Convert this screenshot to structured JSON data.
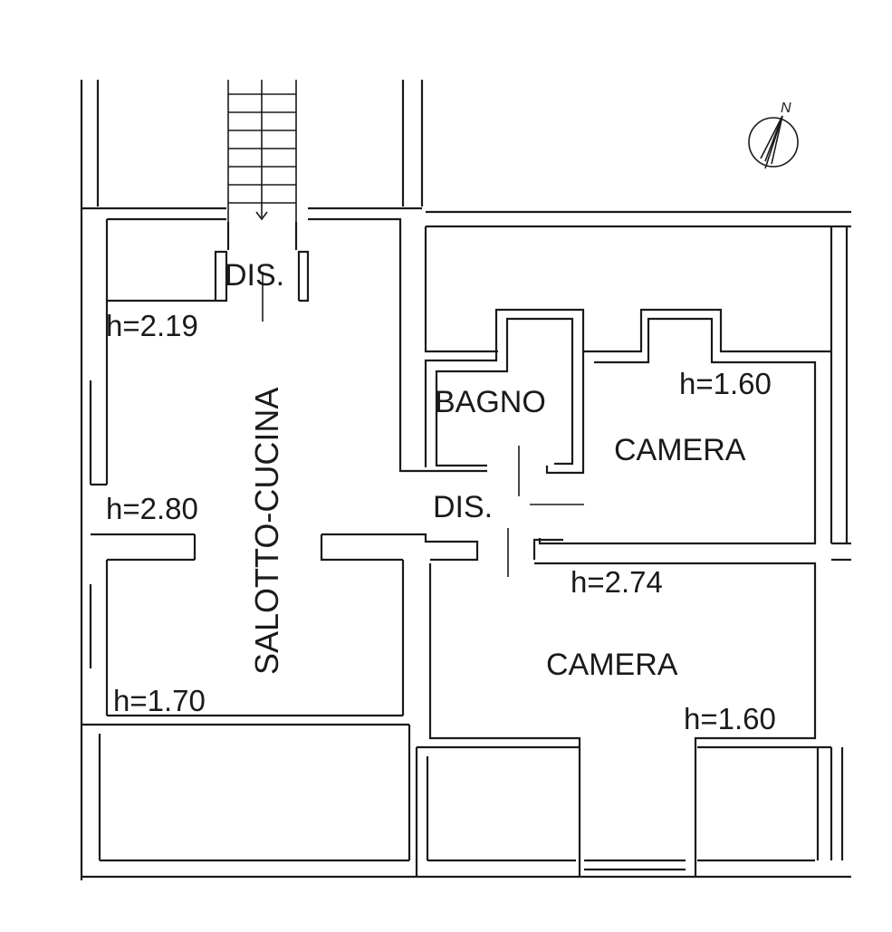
{
  "compass": {
    "label": "N"
  },
  "rooms": {
    "dis_top": "DIS.",
    "salotto": "SALOTTO-CUCINA",
    "bagno": "BAGNO",
    "camera_top": "CAMERA",
    "dis_center": "DIS.",
    "camera_bottom": "CAMERA"
  },
  "heights": {
    "h1": "h=2.19",
    "h2": "h=2.80",
    "h3": "h=1.70",
    "h4": "h=1.60",
    "h5": "h=2.74",
    "h6": "h=1.60"
  }
}
